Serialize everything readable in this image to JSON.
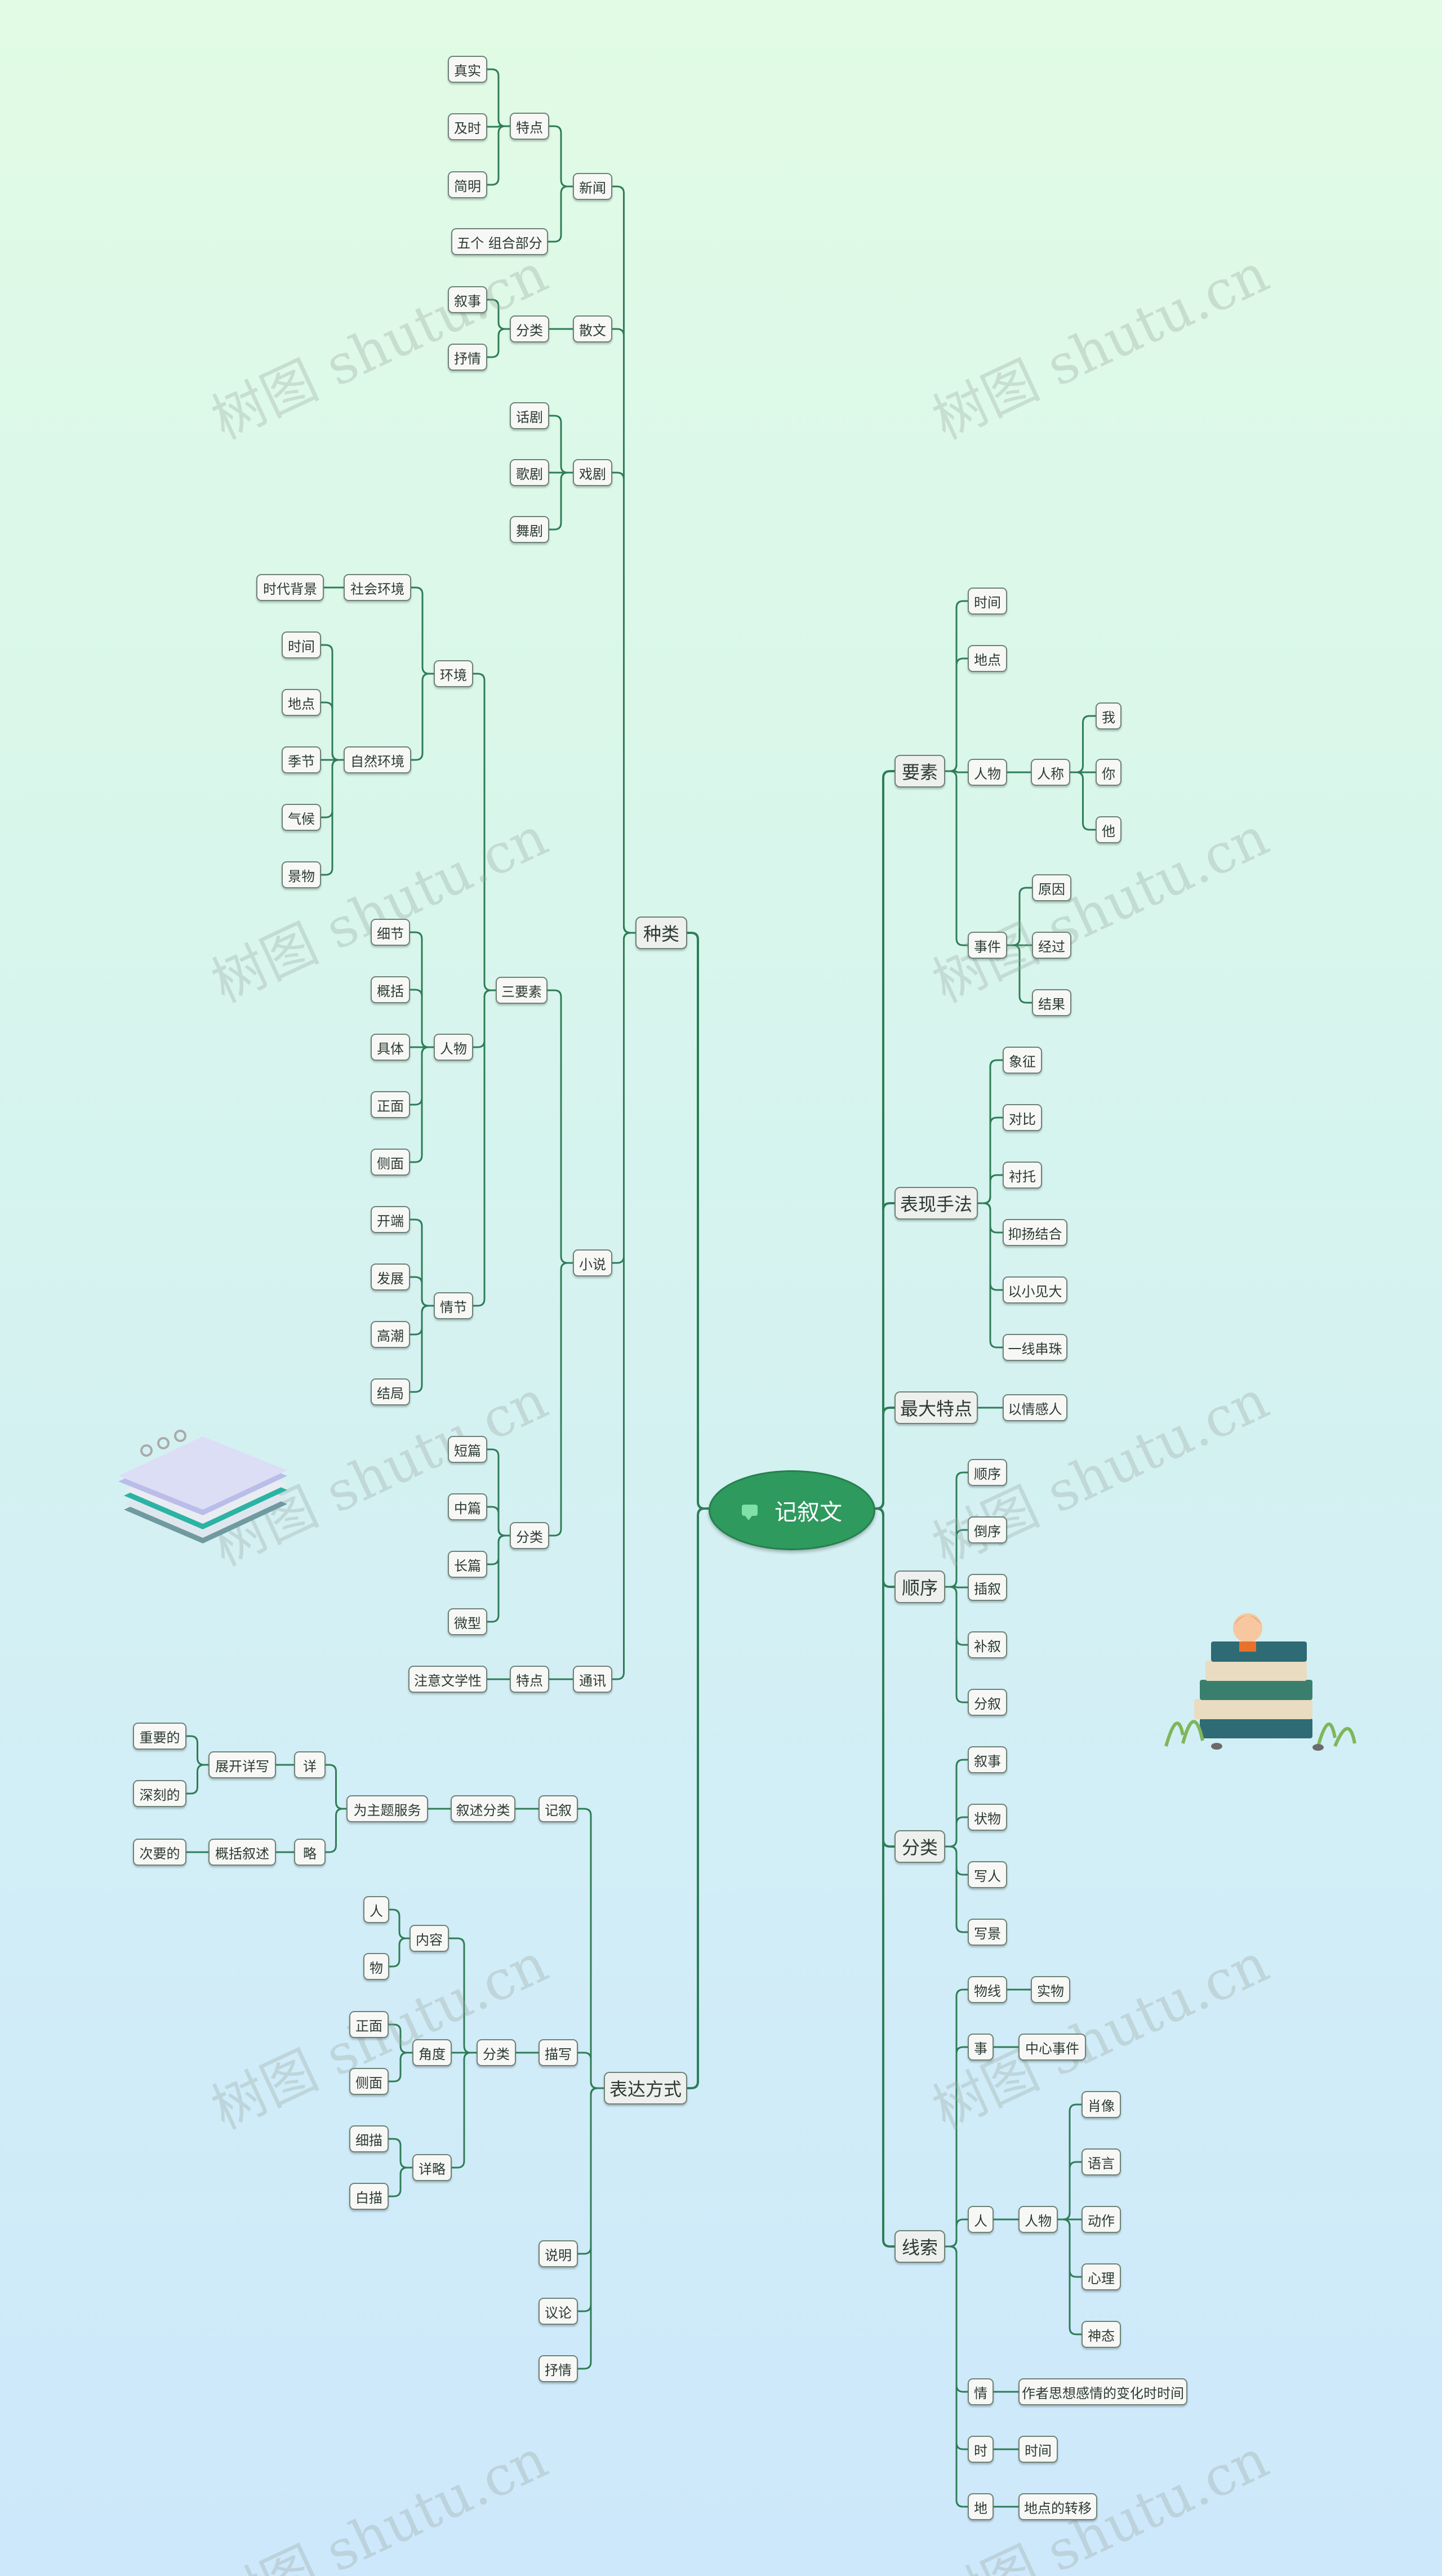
{
  "root": {
    "label": "记叙文"
  },
  "watermark": "树图 shutu.cn",
  "nodes": [
    {
      "id": "zhonglei",
      "label": "种类"
    },
    {
      "id": "xinwen",
      "label": "新闻"
    },
    {
      "id": "xw_tedian",
      "label": "特点"
    },
    {
      "id": "zhenshi",
      "label": "真实"
    },
    {
      "id": "jishi",
      "label": "及时"
    },
    {
      "id": "jianming",
      "label": "简明"
    },
    {
      "id": "wuge",
      "label": "五个  组合部分"
    },
    {
      "id": "sanwen",
      "label": "散文"
    },
    {
      "id": "sw_fenlei",
      "label": "分类"
    },
    {
      "id": "sw_xushi",
      "label": "叙事"
    },
    {
      "id": "sw_shuqing",
      "label": "抒情"
    },
    {
      "id": "xiju",
      "label": "戏剧"
    },
    {
      "id": "huaju",
      "label": "话剧"
    },
    {
      "id": "geju",
      "label": "歌剧"
    },
    {
      "id": "wuju",
      "label": "舞剧"
    },
    {
      "id": "xiaoshuo",
      "label": "小说"
    },
    {
      "id": "sanyaosu",
      "label": "三要素"
    },
    {
      "id": "huanjing",
      "label": "环境"
    },
    {
      "id": "shehui",
      "label": "社会环境"
    },
    {
      "id": "shidai",
      "label": "时代背景"
    },
    {
      "id": "ziran",
      "label": "自然环境"
    },
    {
      "id": "zr_shijian",
      "label": "时间"
    },
    {
      "id": "zr_didian",
      "label": "地点"
    },
    {
      "id": "zr_jijie",
      "label": "季节"
    },
    {
      "id": "zr_qihou",
      "label": "气候"
    },
    {
      "id": "zr_jingwu",
      "label": "景物"
    },
    {
      "id": "renwu",
      "label": "人物"
    },
    {
      "id": "xijie",
      "label": "细节"
    },
    {
      "id": "gaikuo",
      "label": "概括"
    },
    {
      "id": "juti",
      "label": "具体"
    },
    {
      "id": "zhengmian",
      "label": "正面"
    },
    {
      "id": "cemian",
      "label": "侧面"
    },
    {
      "id": "qingjie",
      "label": "情节"
    },
    {
      "id": "kaiduan",
      "label": "开端"
    },
    {
      "id": "fazhan",
      "label": "发展"
    },
    {
      "id": "gaochao",
      "label": "高潮"
    },
    {
      "id": "jieju",
      "label": "结局"
    },
    {
      "id": "xs_fenlei",
      "label": "分类"
    },
    {
      "id": "duanpian",
      "label": "短篇"
    },
    {
      "id": "zhongpian",
      "label": "中篇"
    },
    {
      "id": "changpian",
      "label": "长篇"
    },
    {
      "id": "weixing",
      "label": "微型"
    },
    {
      "id": "tongxun",
      "label": "通讯"
    },
    {
      "id": "tx_tedian",
      "label": "特点"
    },
    {
      "id": "zhuyi",
      "label": "注意文学性"
    },
    {
      "id": "biaoda",
      "label": "表达方式"
    },
    {
      "id": "jixu",
      "label": "记叙"
    },
    {
      "id": "xushu_fenlei",
      "label": "叙述分类"
    },
    {
      "id": "weizhuti",
      "label": "为主题服务"
    },
    {
      "id": "xiang",
      "label": "详"
    },
    {
      "id": "zhankai",
      "label": "展开详写"
    },
    {
      "id": "zhongyao",
      "label": "重要的"
    },
    {
      "id": "shenke",
      "label": "深刻的"
    },
    {
      "id": "lue",
      "label": "略"
    },
    {
      "id": "gaikuoxushu",
      "label": "概括叙述"
    },
    {
      "id": "ciyao",
      "label": "次要的"
    },
    {
      "id": "miaoxie",
      "label": "描写"
    },
    {
      "id": "mx_fenlei",
      "label": "分类"
    },
    {
      "id": "neirong",
      "label": "内容"
    },
    {
      "id": "ren",
      "label": "人"
    },
    {
      "id": "wu",
      "label": "物"
    },
    {
      "id": "jiaodu",
      "label": "角度"
    },
    {
      "id": "jd_zhengmian",
      "label": "正面"
    },
    {
      "id": "jd_cemian",
      "label": "侧面"
    },
    {
      "id": "xianglue",
      "label": "详略"
    },
    {
      "id": "ximiao",
      "label": "细描"
    },
    {
      "id": "baimiao",
      "label": "白描"
    },
    {
      "id": "shuoming",
      "label": "说明"
    },
    {
      "id": "yilun",
      "label": "议论"
    },
    {
      "id": "bd_shuqing",
      "label": "抒情"
    },
    {
      "id": "yaosu",
      "label": "要素"
    },
    {
      "id": "ys_shijian",
      "label": "时间"
    },
    {
      "id": "ys_didian",
      "label": "地点"
    },
    {
      "id": "ys_renwu",
      "label": "人物"
    },
    {
      "id": "renchen",
      "label": "人称"
    },
    {
      "id": "wo",
      "label": "我"
    },
    {
      "id": "ni",
      "label": "你"
    },
    {
      "id": "ta",
      "label": "他"
    },
    {
      "id": "shijian_ev",
      "label": "事件"
    },
    {
      "id": "yuanyin",
      "label": "原因"
    },
    {
      "id": "jingguo",
      "label": "经过"
    },
    {
      "id": "jieguo",
      "label": "结果"
    },
    {
      "id": "biaoxian",
      "label": "表现手法"
    },
    {
      "id": "xiangzheng",
      "label": "象征"
    },
    {
      "id": "duibi",
      "label": "对比"
    },
    {
      "id": "chentuo",
      "label": "衬托"
    },
    {
      "id": "yiyang",
      "label": "抑扬结合"
    },
    {
      "id": "yixiao",
      "label": "以小见大"
    },
    {
      "id": "yixian",
      "label": "一线串珠"
    },
    {
      "id": "zuida",
      "label": "最大特点"
    },
    {
      "id": "yiqing",
      "label": "以情感人"
    },
    {
      "id": "shunxu",
      "label": "顺序"
    },
    {
      "id": "shunxu2",
      "label": "顺序"
    },
    {
      "id": "daoxu",
      "label": "倒序"
    },
    {
      "id": "chaxu",
      "label": "插叙"
    },
    {
      "id": "buxu",
      "label": "补叙"
    },
    {
      "id": "fenxu",
      "label": "分叙"
    },
    {
      "id": "fenlei_r",
      "label": "分类"
    },
    {
      "id": "fr_xushi",
      "label": "叙事"
    },
    {
      "id": "zhuangwu",
      "label": "状物"
    },
    {
      "id": "xieren",
      "label": "写人"
    },
    {
      "id": "xiejing",
      "label": "写景"
    },
    {
      "id": "xiansuo",
      "label": "线索"
    },
    {
      "id": "wuxian",
      "label": "物线"
    },
    {
      "id": "shiwu",
      "label": "实物"
    },
    {
      "id": "shi",
      "label": "事"
    },
    {
      "id": "zhongxin",
      "label": "中心事件"
    },
    {
      "id": "xs_ren",
      "label": "人"
    },
    {
      "id": "xs_renwu",
      "label": "人物"
    },
    {
      "id": "xiaoxiang",
      "label": "肖像"
    },
    {
      "id": "yuyan",
      "label": "语言"
    },
    {
      "id": "dongzuo",
      "label": "动作"
    },
    {
      "id": "xinli",
      "label": "心理"
    },
    {
      "id": "shentai",
      "label": "神态"
    },
    {
      "id": "qing",
      "label": "情"
    },
    {
      "id": "zuozhe",
      "label": "作者思想感情的变化时时间"
    },
    {
      "id": "shi_time",
      "label": "时"
    },
    {
      "id": "shijian_t",
      "label": "时间"
    },
    {
      "id": "di",
      "label": "地"
    },
    {
      "id": "didian_zy",
      "label": "地点的转移"
    }
  ],
  "style": {
    "line_color": "#2e7d57",
    "root_color": "#2e9a5e"
  }
}
